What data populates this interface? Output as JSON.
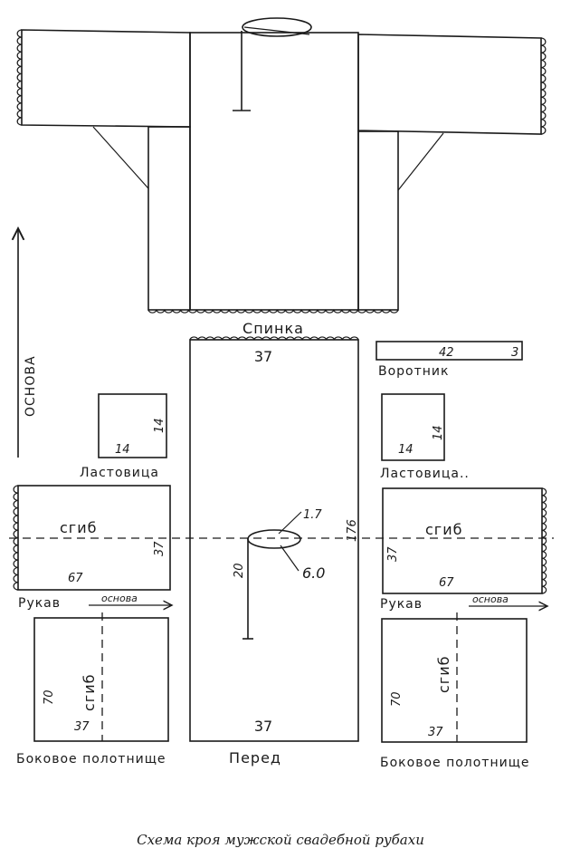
{
  "shirt": {
    "grain_label": "ОСНОВА"
  },
  "back": {
    "label": "Спинка",
    "top_width": "37",
    "length": "176",
    "neck_depth": "1.7",
    "neck_width": "6.0",
    "slit": "20",
    "bottom_width": "37"
  },
  "front": {
    "label": "Перед"
  },
  "collar": {
    "label": "Воротник",
    "length": "42",
    "width": "3"
  },
  "gusset_left": {
    "label": "Ластовица",
    "width": "14",
    "height": "14"
  },
  "gusset_right": {
    "label": "Ластовица..",
    "width": "14",
    "height": "14"
  },
  "sleeve_left": {
    "label": "Рукав",
    "fold": "сгиб",
    "width": "37",
    "length": "67",
    "grain": "основа"
  },
  "sleeve_right": {
    "label": "Рукав",
    "fold": "сгиб",
    "width": "37",
    "length": "67",
    "grain": "основа"
  },
  "side_left": {
    "label": "Боковое полотнище",
    "fold": "сгиб",
    "height": "70",
    "width": "37"
  },
  "side_right": {
    "label": "Боковое полотнище",
    "fold": "сгиб",
    "height": "70",
    "width": "37"
  },
  "caption": "Схема кроя мужской свадебной рубахи"
}
